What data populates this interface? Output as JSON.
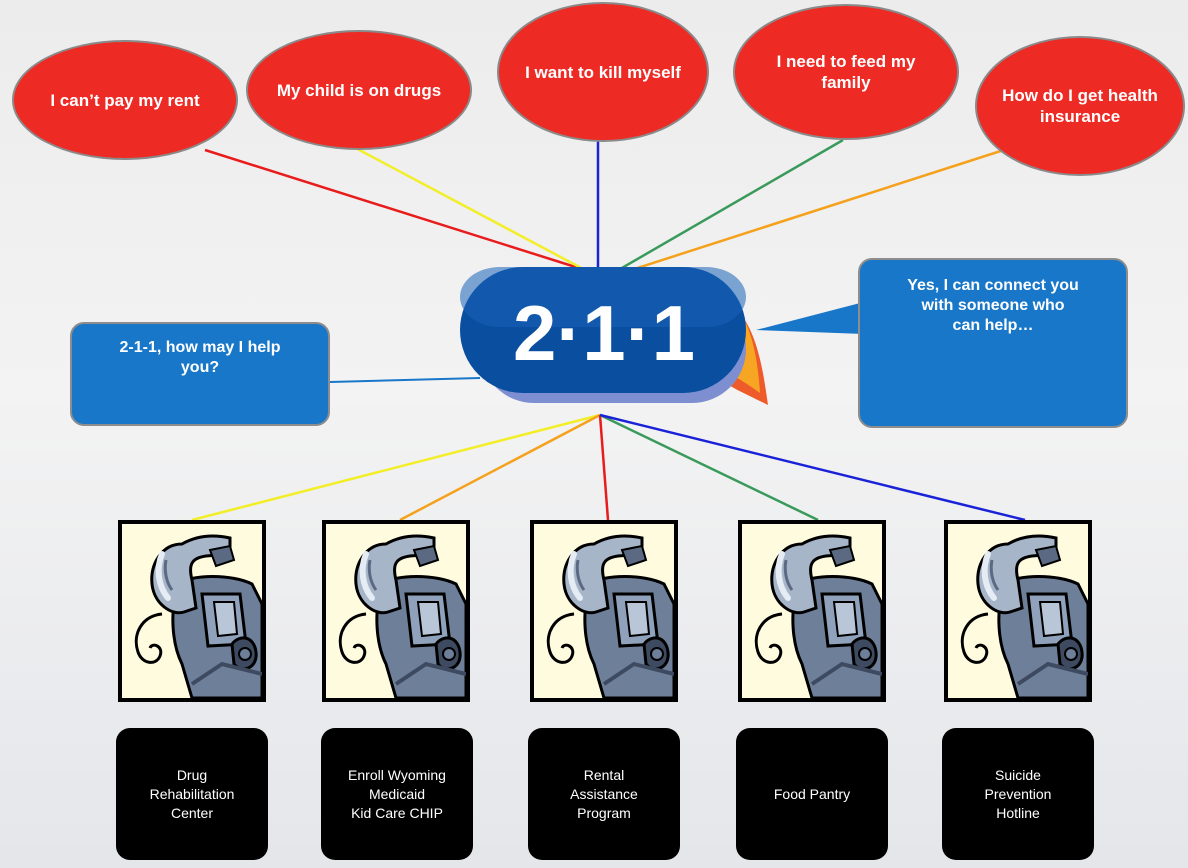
{
  "center": {
    "logo": "2·1·1"
  },
  "questions": [
    {
      "text": "I can’t pay my rent",
      "line_color": "#e81c1c"
    },
    {
      "text": "My child is on drugs",
      "line_color": "#f2ee28"
    },
    {
      "text": "I want to kill myself",
      "line_color": "#1a22d8"
    },
    {
      "text": "I need to feed my family",
      "line_color": "#3a9a5c"
    },
    {
      "text": "How do I get health insurance",
      "line_color": "#f5a11c"
    }
  ],
  "callouts": {
    "operator": "2-1-1, how may I help you?",
    "reply": "Yes, I can connect you with someone who\ncan help…"
  },
  "services": [
    {
      "label": "Drug\nRehabilitation\nCenter",
      "line_color": "#f2ee28"
    },
    {
      "label": "Enroll Wyoming\nMedicaid\nKid Care CHIP",
      "line_color": "#f5a11c"
    },
    {
      "label": "Rental\nAssistance\nProgram",
      "line_color": "#e81c1c"
    },
    {
      "label": "Food Pantry",
      "line_color": "#3a9a5c"
    },
    {
      "label": "Suicide\nPrevention\nHotline",
      "line_color": "#1a22d8"
    }
  ],
  "colors": {
    "question_bubble": "#ee2a24",
    "callout": "#1877c8",
    "logo_bubble": "#0a4ea0"
  }
}
